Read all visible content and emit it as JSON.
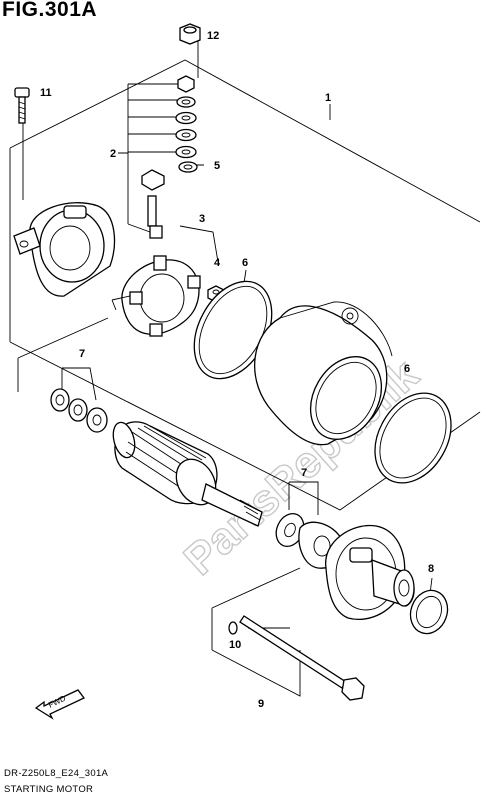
{
  "figure": {
    "title": "FIG.301A",
    "code": "DR-Z250L8_E24_301A",
    "caption": "STARTING MOTOR"
  },
  "watermark": "PartsRepublik",
  "callouts": [
    "1",
    "2",
    "3",
    "4",
    "5",
    "6",
    "6",
    "7",
    "7",
    "8",
    "9",
    "10",
    "11",
    "12"
  ],
  "fwd_label": "FWD"
}
